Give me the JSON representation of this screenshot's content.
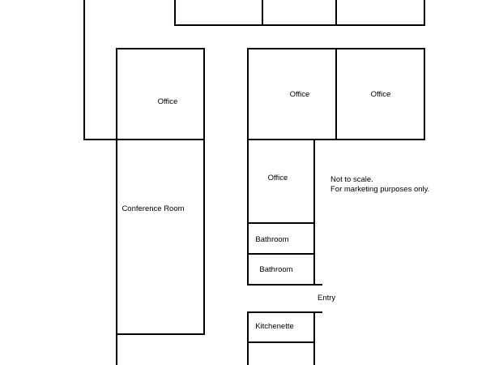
{
  "rooms": {
    "office_left": "Office",
    "office_right_a": "Office",
    "office_right_b": "Office",
    "office_middle": "Office",
    "conference_room": "Conference Room",
    "bathroom_1": "Bathroom",
    "bathroom_2": "Bathroom",
    "kitchenette": "Kitchenette",
    "entry": "Entry"
  },
  "notes": {
    "line1": "Not to scale.",
    "line2": "For marketing purposes only."
  },
  "colors": {
    "wall": "#000000",
    "background": "#ffffff"
  }
}
